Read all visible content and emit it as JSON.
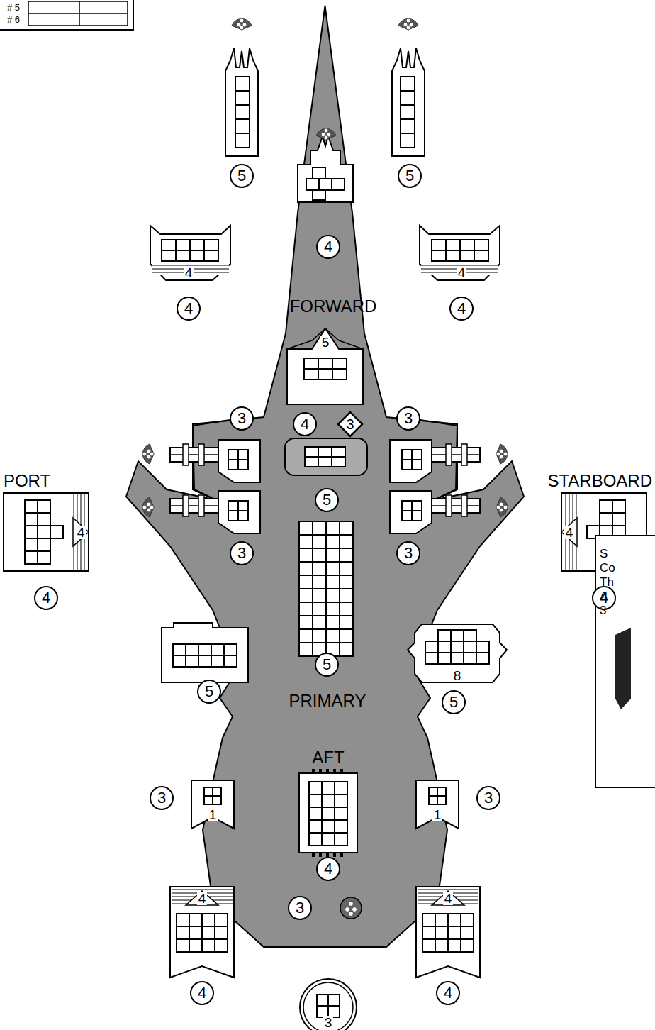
{
  "diagram": {
    "nodes": [
      {
        "text": [
          "5"
        ]
      },
      {
        "text": [
          "5"
        ]
      },
      {
        "text": [
          "4"
        ]
      },
      {
        "text": [
          "4"
        ]
      },
      {
        "text": [
          "4"
        ]
      },
      {
        "text": [
          "4"
        ]
      },
      {
        "text": [
          "4"
        ]
      },
      {
        "text": [
          "5"
        ]
      },
      {
        "text": [
          "3"
        ]
      },
      {
        "text": [
          "4"
        ]
      },
      {
        "text": [
          "3"
        ]
      },
      {
        "text": [
          "3"
        ]
      },
      {
        "text": [
          "4"
        ]
      },
      {
        "text": [
          "4"
        ]
      },
      {
        "text": [
          "5"
        ]
      },
      {
        "text": [
          "3"
        ]
      },
      {
        "text": [
          "3"
        ]
      },
      {
        "text": [
          "4"
        ]
      },
      {
        "text": [
          "4"
        ]
      },
      {
        "text": [
          "5"
        ]
      },
      {
        "text": [
          "8"
        ]
      },
      {
        "text": [
          "5"
        ]
      },
      {
        "text": [
          "5"
        ]
      },
      {
        "text": [
          "3"
        ]
      },
      {
        "text": [
          "1"
        ]
      },
      {
        "text": [
          "1"
        ]
      },
      {
        "text": [
          "3"
        ]
      },
      {
        "text": [
          "4"
        ]
      },
      {
        "text": [
          "4"
        ]
      },
      {
        "text": [
          "4"
        ]
      },
      {
        "text": [
          "3"
        ]
      },
      {
        "text": [
          "4"
        ]
      },
      {
        "text": [
          "4"
        ]
      },
      {
        "text": [
          "3"
        ]
      }
    ],
    "labels": [
      "# 5",
      "# 6",
      "FORWARD",
      "PORT",
      "STARBOARD",
      "PRIMARY",
      "AFT",
      "S",
      "Co",
      "Th",
      "A",
      "3"
    ]
  }
}
